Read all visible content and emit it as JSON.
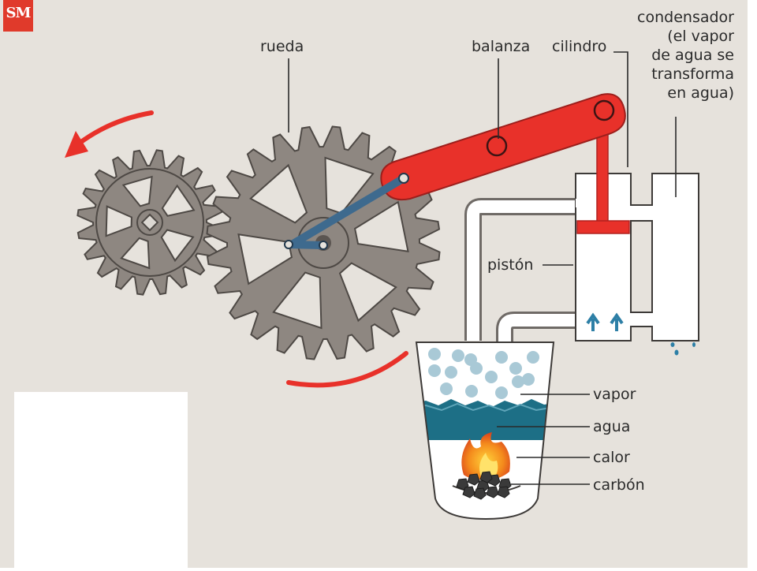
{
  "logo": {
    "text": "SM",
    "color": "#e03a2b"
  },
  "labels": {
    "rueda": "rueda",
    "balanza": "balanza",
    "cilindro": "cilindro",
    "condensador": [
      "condensador",
      "(el vapor",
      "de agua se",
      "transforma",
      "en agua)"
    ],
    "piston": "pistón",
    "vapor": "vapor",
    "agua": "agua",
    "calor": "calor",
    "carbon": "carbón"
  },
  "colors": {
    "background": "#e6e2dc",
    "gear": "#8e8781",
    "gear_outline": "#4e4945",
    "beam": "#e8312a",
    "rod": "#3e6a8e",
    "water": "#1d6f86",
    "bubbles": "#a9c9d6",
    "flame": "#f07d1a",
    "coal": "#3a3a3a",
    "arrow": "#2d7fa6"
  }
}
